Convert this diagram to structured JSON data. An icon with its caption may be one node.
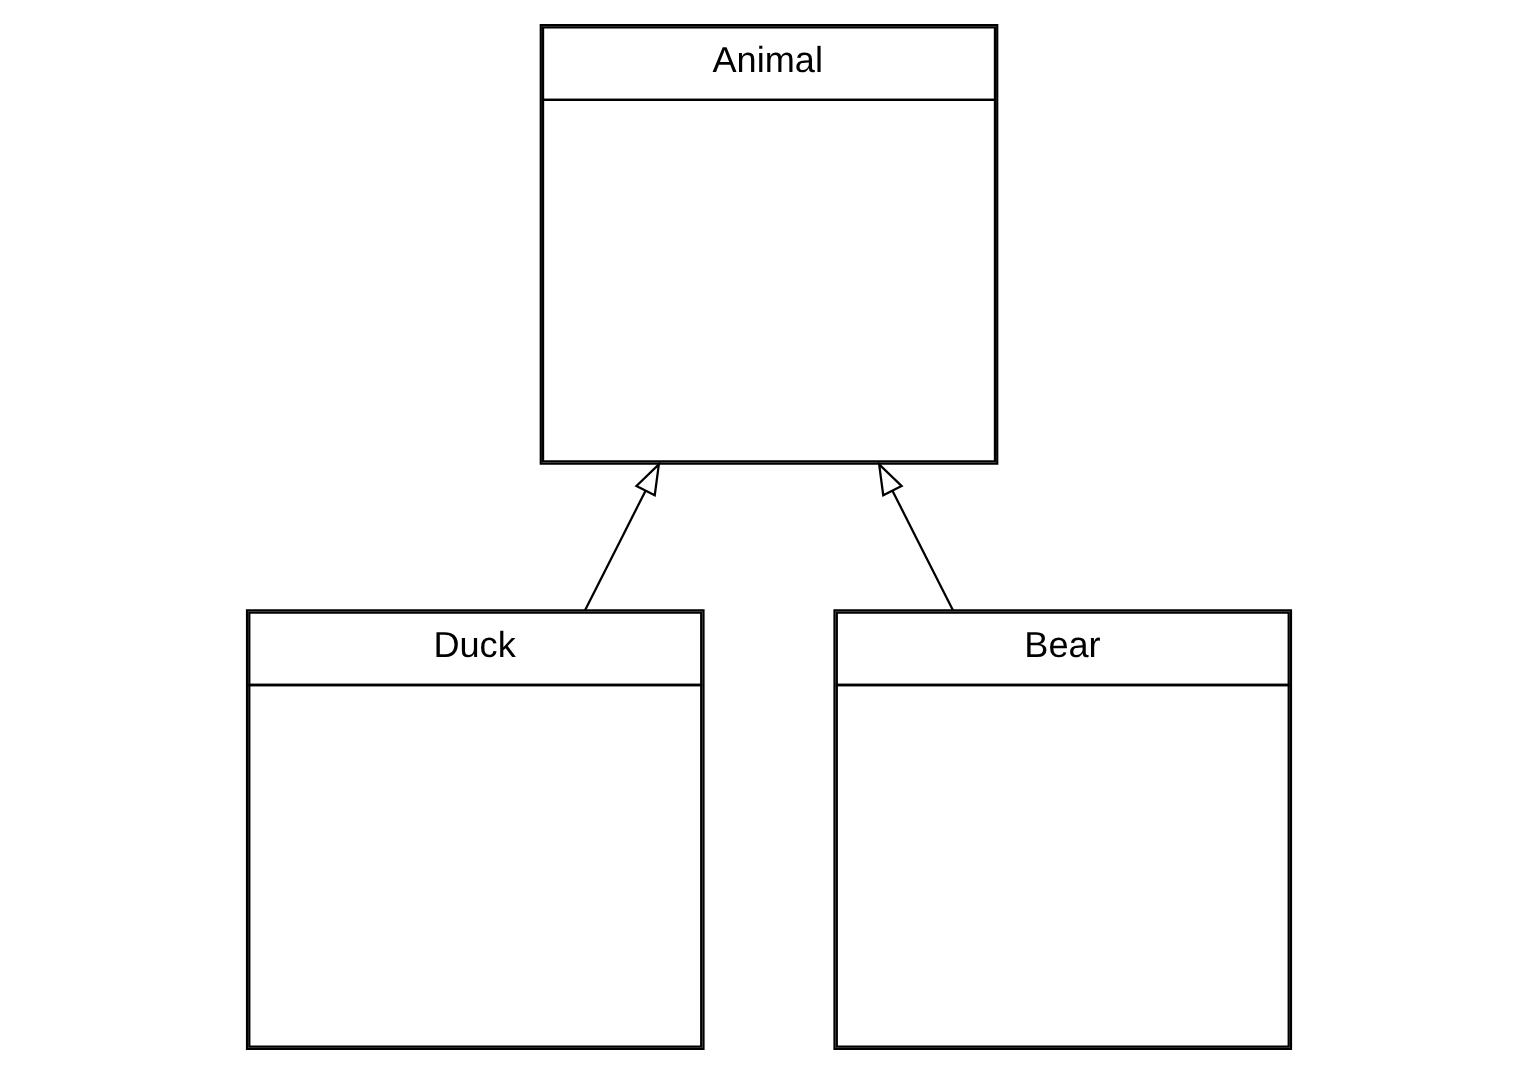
{
  "diagram": {
    "nodes": [
      {
        "text": [
          "Animal"
        ]
      },
      {
        "text": [
          "Duck"
        ]
      },
      {
        "text": [
          "Bear"
        ]
      }
    ],
    "edges": [
      {
        "from": 1,
        "to": 0,
        "arrow": "to"
      },
      {
        "from": 2,
        "to": 0,
        "arrow": "to"
      }
    ]
  }
}
